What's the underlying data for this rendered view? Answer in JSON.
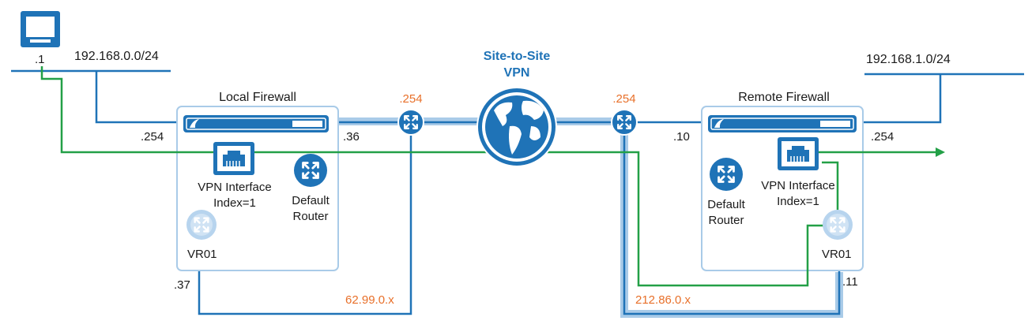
{
  "diagram": {
    "colors": {
      "blue": "#1f73b7",
      "green": "#23a047",
      "orange": "#e8702a",
      "tunnel": "#a9cbe8",
      "box_border": "#a9cbe8",
      "faded_router": "#b7d4ee"
    },
    "icons": {
      "client": "monitor-icon",
      "router": "router-icon",
      "vpn_interface": "ethernet-port-icon",
      "internet": "globe-icon",
      "firewall": "firewall-appliance-icon"
    },
    "local": {
      "network": "192.168.0.0/24",
      "client_ip": ".1",
      "title": "Local Firewall",
      "lan_ip": ".254",
      "wan_ip": ".36",
      "isp_ip": ".37",
      "vpn_interface_line1": "VPN Interface",
      "vpn_interface_line2": "Index=1",
      "default_router_line1": "Default",
      "default_router_line2": "Router",
      "vr_label": "VR01",
      "isp_network": "62.99.0.x",
      "edge_router_ip": ".254"
    },
    "vpn": {
      "line1": "Site-to-Site",
      "line2": "VPN"
    },
    "remote": {
      "network": "192.168.1.0/24",
      "title": "Remote Firewall",
      "lan_ip": ".254",
      "wan_ip": ".10",
      "isp_ip": ".11",
      "vpn_interface_line1": "VPN Interface",
      "vpn_interface_line2": "Index=1",
      "default_router_line1": "Default",
      "default_router_line2": "Router",
      "vr_label": "VR01",
      "isp_network": "212.86.0.x",
      "edge_router_ip": ".254"
    }
  }
}
